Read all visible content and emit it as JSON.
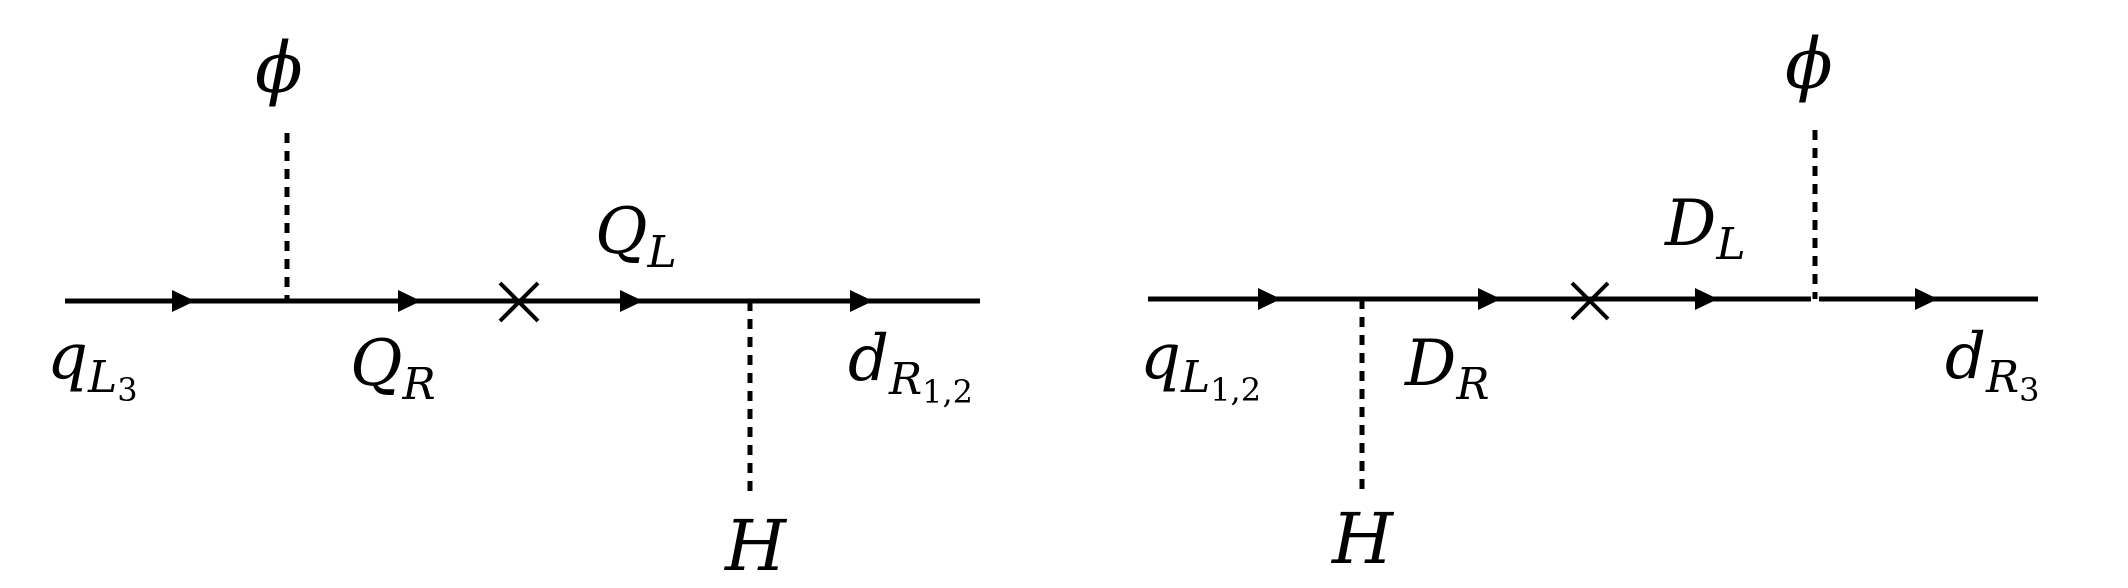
{
  "diagrams": [
    {
      "id": "left",
      "labels": {
        "scalar_top": "ϕ",
        "quark_left": {
          "main": "q",
          "sub": "L",
          "subsub": "3"
        },
        "fermion_right_part": {
          "main": "Q",
          "sub": "R"
        },
        "fermion_left_part": {
          "main": "Q",
          "sub": "L"
        },
        "quark_right": {
          "main": "d",
          "sub": "R",
          "subsub": "1,2"
        },
        "higgs": "H"
      }
    },
    {
      "id": "right",
      "labels": {
        "scalar_top": "ϕ",
        "quark_left": {
          "main": "q",
          "sub": "L",
          "subsub": "1,2"
        },
        "fermion_right_part": {
          "main": "D",
          "sub": "R"
        },
        "fermion_left_part": {
          "main": "D",
          "sub": "L"
        },
        "quark_right": {
          "main": "d",
          "sub": "R",
          "subsub": "3"
        },
        "higgs": "H"
      }
    }
  ]
}
